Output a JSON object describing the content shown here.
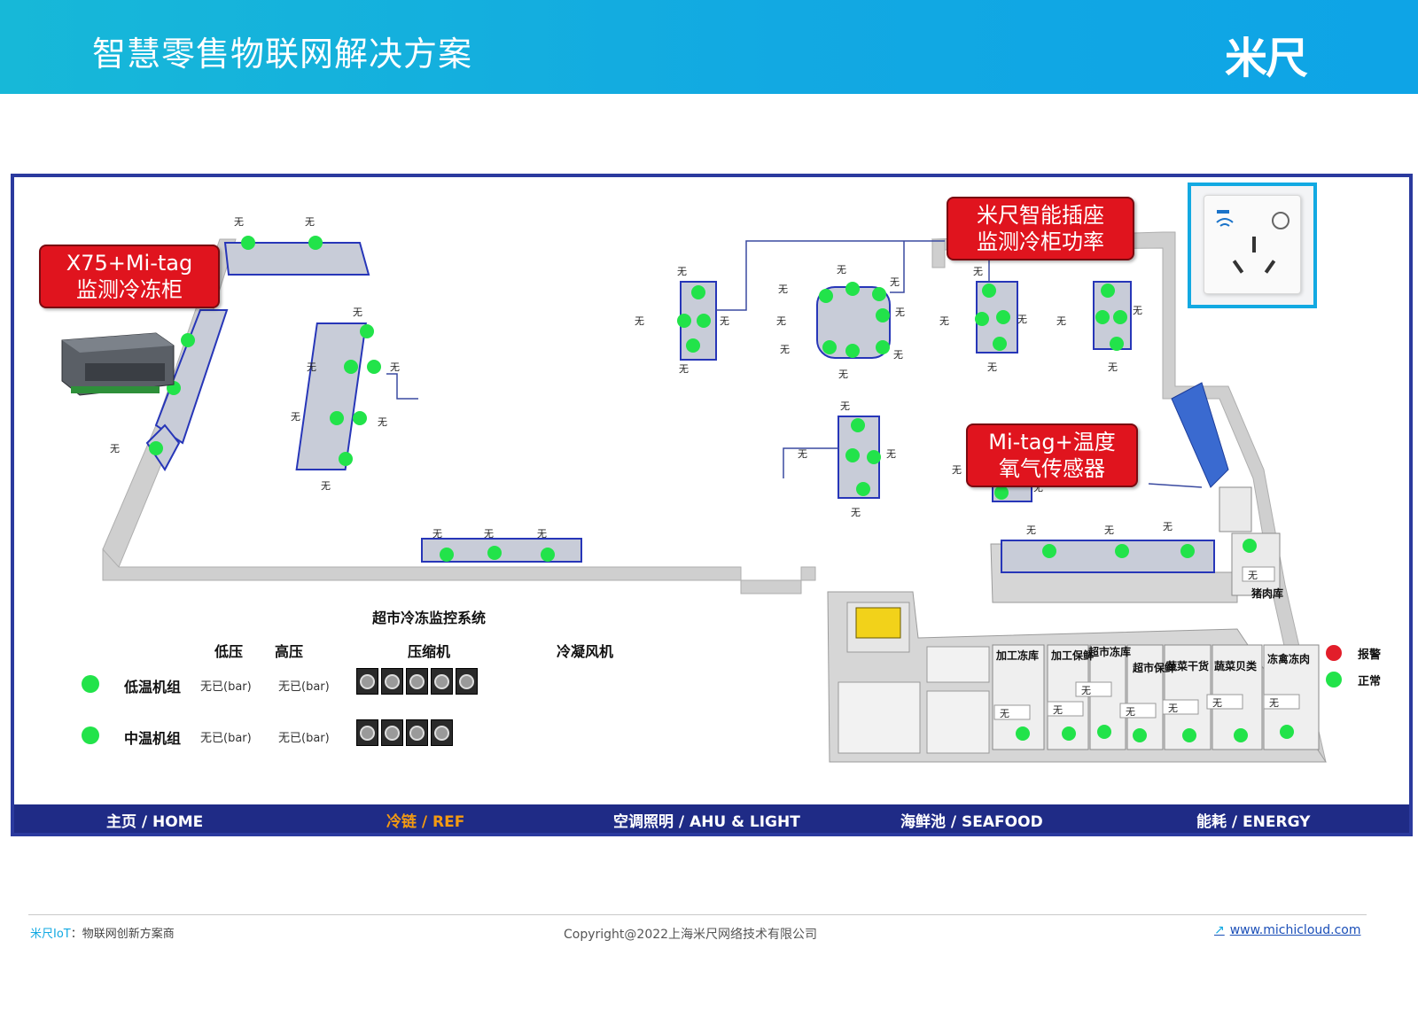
{
  "header": {
    "title": "智慧零售物联网解决方案",
    "logo_text": "米尺"
  },
  "callouts": {
    "controller": {
      "line1": "X75+Mi-tag",
      "line2": "监测冷冻柜"
    },
    "socket": {
      "line1": "米尺智能插座",
      "line2": "监测冷柜功率"
    },
    "sensor": {
      "line1": "Mi-tag+温度",
      "line2": "氧气传感器"
    }
  },
  "status_placeholder": "无",
  "rooms": {
    "pork_room": "猪肉库",
    "process_freezer": "加工冻库",
    "process_fresh": "加工保鲜",
    "super_freezer": "超市冻库",
    "super_fresh": "超市保鲜",
    "veg_dry": "蔬菜干货",
    "veg_shell": "蔬菜贝类",
    "frozen_meat": "冻禽冻肉"
  },
  "system": {
    "title": "超市冷冻监控系统",
    "col_low": "低压",
    "col_high": "高压",
    "col_compressor": "压缩机",
    "col_fan": "冷凝风机",
    "units": [
      {
        "name": "低温机组",
        "low": "无已(bar)",
        "high": "无已(bar)",
        "compressors": 5
      },
      {
        "name": "中温机组",
        "low": "无已(bar)",
        "high": "无已(bar)",
        "compressors": 4
      }
    ]
  },
  "legend": {
    "alarm": {
      "label": "报警",
      "color": "#e21e2a"
    },
    "normal": {
      "label": "正常",
      "color": "#22e34a"
    }
  },
  "nav": {
    "home": "主页 / HOME",
    "ref": "冷链 / REF",
    "ahu": "空调照明 / AHU & LIGHT",
    "seafood": "海鲜池 / SEAFOOD",
    "energy": "能耗 / ENERGY"
  },
  "footer": {
    "brand": "米尺IoT",
    "tagline": "：物联网创新方案商",
    "copyright": "Copyright@2022上海米尺网络技术有限公司",
    "website": "www.michicloud.com"
  },
  "colors": {
    "accent": "#12a9e2",
    "nav_bg": "#1f2b86",
    "nav_active": "#f39a12",
    "callout": "#e0141e"
  }
}
